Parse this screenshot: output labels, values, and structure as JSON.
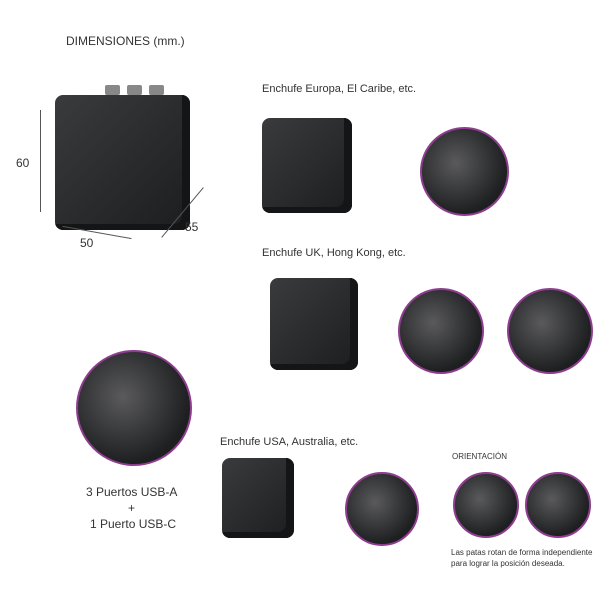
{
  "dimensions": {
    "title": "DIMENSIONES (mm.)",
    "height": "60",
    "width": "50",
    "depth": "55"
  },
  "europe": {
    "label": "Enchufe Europa, El Caribe, etc."
  },
  "uk": {
    "label": "Enchufe UK, Hong Kong, etc."
  },
  "usa": {
    "label": "Enchufe USA, Australia, etc."
  },
  "ports": {
    "line1": "3 Puertos USB-A",
    "line2": "+",
    "line3": "1 Puerto USB-C"
  },
  "orientation": {
    "title": "ORIENTACIÓN",
    "caption_line1": "Las patas rotan de forma independiente",
    "caption_line2": "para lograr la posición deseada."
  },
  "colors": {
    "accent": "#8e3d8f",
    "product": "#252628"
  }
}
